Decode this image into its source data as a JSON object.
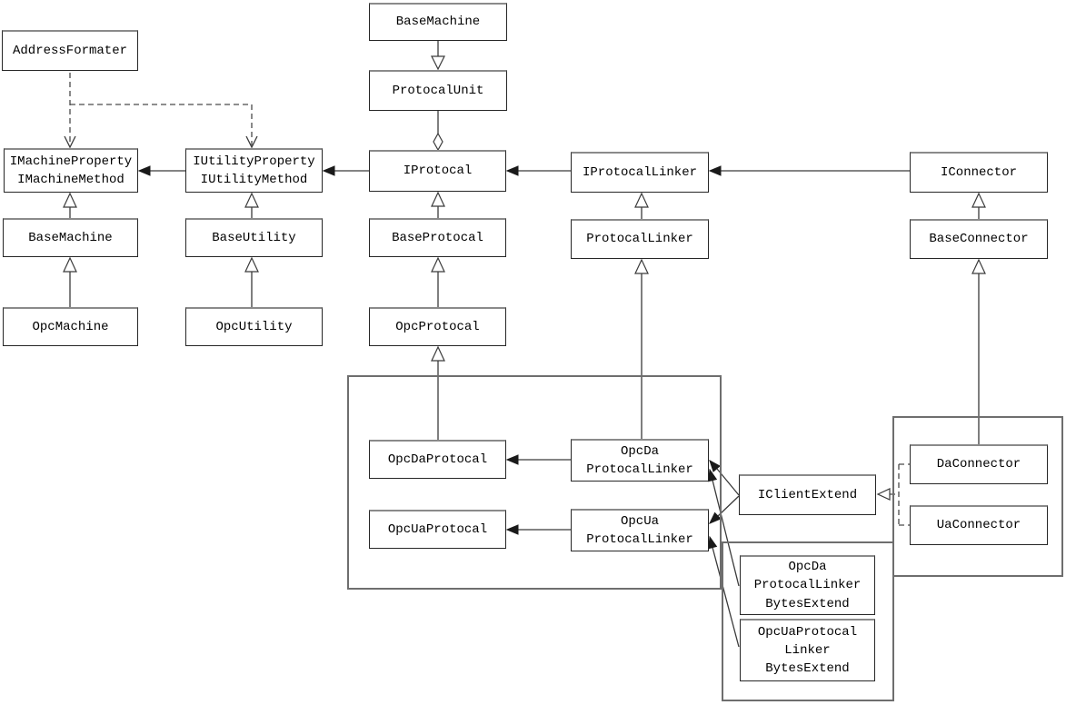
{
  "diagram": {
    "type": "uml-class-diagram",
    "colors": {
      "background": "#ffffff",
      "line": "#3a3a3a",
      "box_border": "#262626",
      "box_border_top": "#8a8a8a",
      "container_border": "#6e6e6e",
      "text": "#000000"
    },
    "nodes": {
      "address_formater": {
        "label": "AddressFormater"
      },
      "base_machine_top": {
        "label": "BaseMachine"
      },
      "protocal_unit": {
        "label": "ProtocalUnit"
      },
      "imachine": {
        "label": "IMachineProperty\nIMachineMethod"
      },
      "iutility": {
        "label": "IUtilityProperty\nIUtilityMethod"
      },
      "iprotocal": {
        "label": "IProtocal"
      },
      "iprotocal_linker": {
        "label": "IProtocalLinker"
      },
      "iconnector": {
        "label": "IConnector"
      },
      "base_machine": {
        "label": "BaseMachine"
      },
      "base_utility": {
        "label": "BaseUtility"
      },
      "base_protocal": {
        "label": "BaseProtocal"
      },
      "protocal_linker": {
        "label": "ProtocalLinker"
      },
      "base_connector": {
        "label": "BaseConnector"
      },
      "opc_machine": {
        "label": "OpcMachine"
      },
      "opc_utility": {
        "label": "OpcUtility"
      },
      "opc_protocal": {
        "label": "OpcProtocal"
      },
      "opc_da_protocal": {
        "label": "OpcDaProtocal"
      },
      "opc_ua_protocal": {
        "label": "OpcUaProtocal"
      },
      "opc_da_protocal_linker": {
        "label": "OpcDa\nProtocalLinker"
      },
      "opc_ua_protocal_linker": {
        "label": "OpcUa\nProtocalLinker"
      },
      "iclient_extend": {
        "label": "IClientExtend"
      },
      "da_connector": {
        "label": "DaConnector"
      },
      "ua_connector": {
        "label": "UaConnector"
      },
      "opc_da_protocal_linker_bytes_extend": {
        "label": "OpcDa\nProtocalLinker\nBytesExtend"
      },
      "opc_ua_protocal_linker_bytes_extend": {
        "label": "OpcUaProtocal\nLinker\nBytesExtend"
      }
    },
    "edges": [
      {
        "from": "base_machine_top",
        "to": "protocal_unit",
        "line": "solid",
        "head": "hollow-triangle-down"
      },
      {
        "from": "protocal_unit",
        "to": "iprotocal",
        "line": "solid",
        "head": "hollow-diamond"
      },
      {
        "from": "iprotocal",
        "to": "iutility",
        "line": "solid",
        "head": "filled-arrow"
      },
      {
        "from": "iutility",
        "to": "imachine",
        "line": "solid",
        "head": "filled-arrow"
      },
      {
        "from": "iprotocal_linker",
        "to": "iprotocal",
        "line": "solid",
        "head": "filled-arrow"
      },
      {
        "from": "iconnector",
        "to": "iprotocal_linker",
        "line": "solid",
        "head": "filled-arrow"
      },
      {
        "from": "address_formater",
        "to": "imachine",
        "line": "dashed",
        "head": "open-arrow"
      },
      {
        "from": "address_formater",
        "to": "iutility",
        "line": "dashed",
        "head": "open-arrow"
      },
      {
        "from": "base_machine",
        "to": "imachine",
        "line": "solid",
        "head": "hollow-triangle"
      },
      {
        "from": "base_utility",
        "to": "iutility",
        "line": "solid",
        "head": "hollow-triangle"
      },
      {
        "from": "base_protocal",
        "to": "iprotocal",
        "line": "solid",
        "head": "hollow-triangle"
      },
      {
        "from": "protocal_linker",
        "to": "iprotocal_linker",
        "line": "solid",
        "head": "hollow-triangle"
      },
      {
        "from": "base_connector",
        "to": "iconnector",
        "line": "solid",
        "head": "hollow-triangle"
      },
      {
        "from": "opc_machine",
        "to": "base_machine",
        "line": "solid",
        "head": "hollow-triangle"
      },
      {
        "from": "opc_utility",
        "to": "base_utility",
        "line": "solid",
        "head": "hollow-triangle"
      },
      {
        "from": "opc_protocal",
        "to": "base_protocal",
        "line": "solid",
        "head": "hollow-triangle"
      },
      {
        "from": "opc_da_protocal",
        "to": "opc_protocal",
        "line": "solid",
        "head": "hollow-triangle"
      },
      {
        "from": "opc_da_protocal_linker",
        "to": "protocal_linker",
        "line": "solid",
        "head": "hollow-triangle"
      },
      {
        "from": "da_connector",
        "to": "base_connector",
        "line": "solid",
        "head": "hollow-triangle"
      },
      {
        "from": "opc_da_protocal_linker",
        "to": "opc_da_protocal",
        "line": "solid",
        "head": "filled-arrow"
      },
      {
        "from": "opc_ua_protocal_linker",
        "to": "opc_ua_protocal",
        "line": "solid",
        "head": "filled-arrow"
      },
      {
        "from": "iclient_extend",
        "to": "opc_da_protocal_linker",
        "line": "solid",
        "head": "filled-arrow"
      },
      {
        "from": "iclient_extend",
        "to": "opc_ua_protocal_linker",
        "line": "solid",
        "head": "filled-arrow"
      },
      {
        "from": "opc_da_protocal_linker_bytes_extend",
        "to": "opc_da_protocal_linker",
        "line": "solid",
        "head": "filled-arrow"
      },
      {
        "from": "opc_ua_protocal_linker_bytes_extend",
        "to": "opc_ua_protocal_linker",
        "line": "solid",
        "head": "filled-arrow"
      },
      {
        "from": "da_connector",
        "to": "iclient_extend",
        "line": "dashed",
        "head": "hollow-triangle"
      },
      {
        "from": "ua_connector",
        "to": "iclient_extend",
        "line": "dashed",
        "head": "hollow-triangle"
      }
    ]
  }
}
